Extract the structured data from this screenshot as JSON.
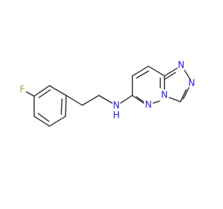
{
  "molecule": {
    "atoms": {
      "fluorine": "F",
      "amine_n": "N",
      "amine_h": "H",
      "n_ring_left": "N",
      "n_ring_bridge": "N",
      "n_triazole_top": "N",
      "n_triazole_right": "N"
    },
    "colors": {
      "bond": "#3a3a3a",
      "nitrogen": "#1f1fe0",
      "fluorine": "#8fbc3f",
      "background": "#ffffff"
    }
  }
}
